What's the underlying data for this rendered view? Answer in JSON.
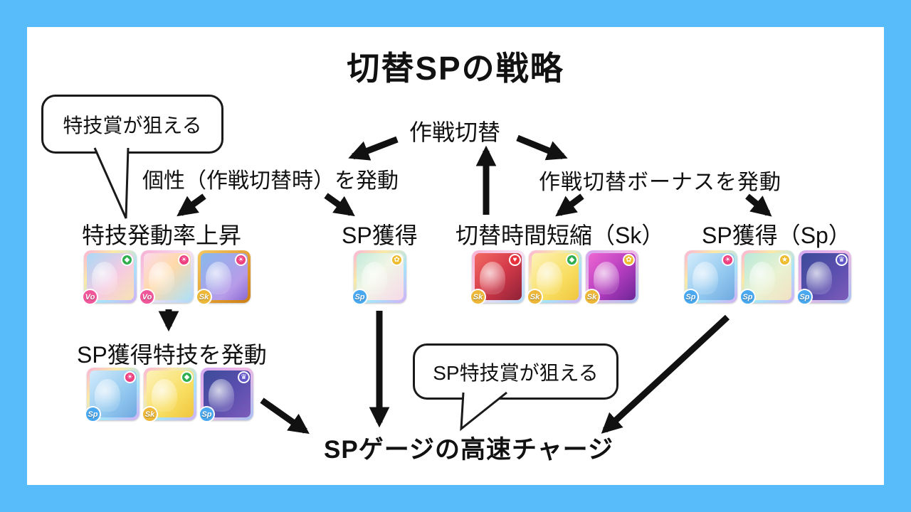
{
  "frame": {
    "accent_color": "#58bcfa",
    "background": "#ffffff"
  },
  "title": "切替SPの戦略",
  "nodes": {
    "strategy_switch": "作戦切替",
    "left_branch": "個性（作戦切替時）を発動",
    "right_branch": "作戦切替ボーナスを発動",
    "skill_rate_up": "特技発動率上昇",
    "sp_gain": "SP獲得",
    "switch_time_short": "切替時間短縮（Sk）",
    "sp_gain_sp": "SP獲得（Sp）",
    "sp_skill_activate": "SP獲得特技を発動",
    "goal": "SPゲージの高速チャージ"
  },
  "bubbles": {
    "skill_prize": "特技賞が狙える",
    "sp_skill_prize": "SP特技賞が狙える"
  },
  "badge_colors": {
    "Vo": "#f0569a",
    "Sk": "#edb83a",
    "Sp": "#49a8f0"
  },
  "cards": {
    "skill_rate": [
      {
        "badge": "Vo",
        "attr": "natural-diamond",
        "glyph": "◆"
      },
      {
        "badge": "Vo",
        "attr": "smile-sun",
        "glyph": "☀"
      },
      {
        "badge": "Sk",
        "attr": "smile-sun",
        "glyph": "☀"
      }
    ],
    "sp_gain": [
      {
        "badge": "Sp",
        "attr": "active-flower",
        "glyph": "✿"
      }
    ],
    "sk_group": [
      {
        "badge": "Sk",
        "attr": "heart",
        "glyph": "♥"
      },
      {
        "badge": "Sk",
        "attr": "natural-diamond",
        "glyph": "◆"
      },
      {
        "badge": "Sk",
        "attr": "active-flower",
        "glyph": "✿"
      }
    ],
    "sp_group": [
      {
        "badge": "Sp",
        "attr": "smile-sun",
        "glyph": "☀"
      },
      {
        "badge": "Sp",
        "attr": "star",
        "glyph": "★"
      },
      {
        "badge": "Sp",
        "attr": "elegant-crown",
        "glyph": "♛"
      }
    ],
    "sp_skill_group": [
      {
        "badge": "Sp",
        "attr": "smile-sun",
        "glyph": "☀"
      },
      {
        "badge": "Sk",
        "attr": "natural-diamond",
        "glyph": "◆"
      },
      {
        "badge": "Sp",
        "attr": "elegant-crown",
        "glyph": "♛"
      }
    ]
  }
}
